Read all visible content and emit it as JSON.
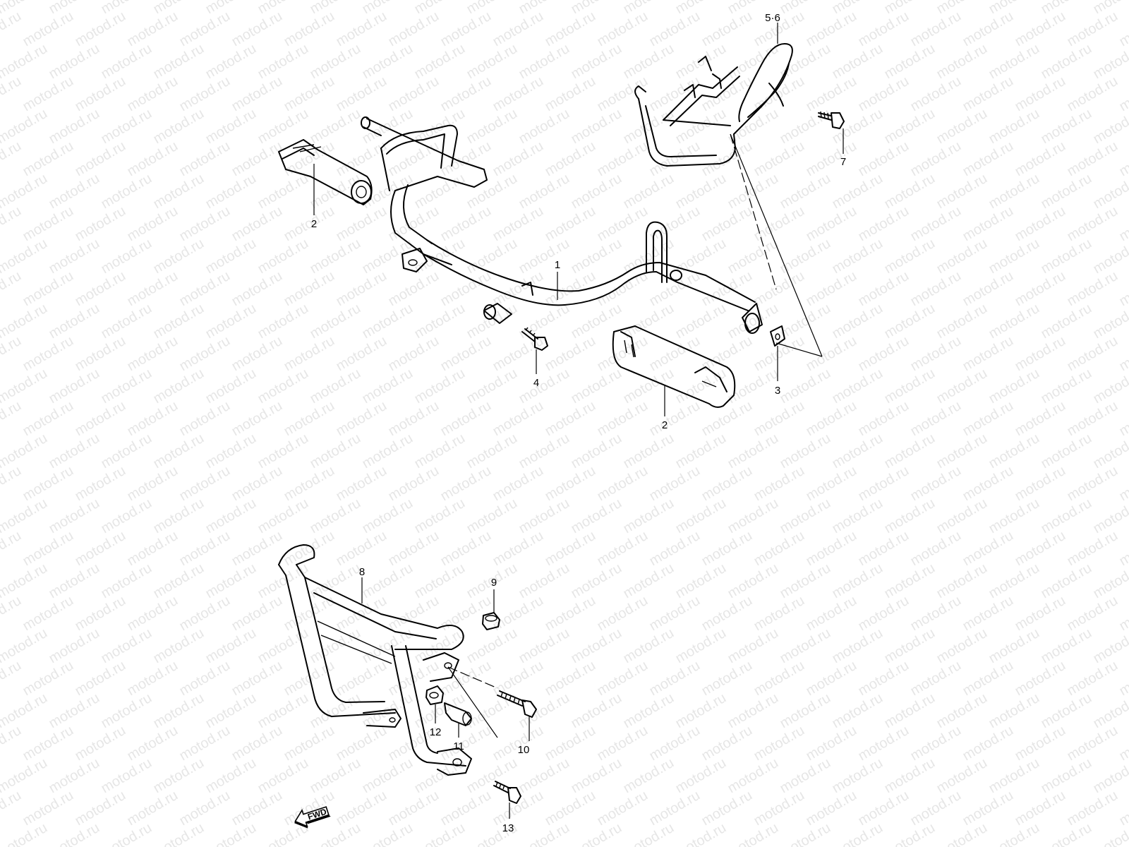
{
  "watermark": {
    "text": "motod.ru",
    "color": "#e6e6e6"
  },
  "direction_marker": {
    "label": "FWD"
  },
  "callouts": [
    {
      "id": "callout-1",
      "label": "1"
    },
    {
      "id": "callout-2a",
      "label": "2"
    },
    {
      "id": "callout-2b",
      "label": "2"
    },
    {
      "id": "callout-3",
      "label": "3"
    },
    {
      "id": "callout-4",
      "label": "4"
    },
    {
      "id": "callout-5-6",
      "label": "5·6"
    },
    {
      "id": "callout-7",
      "label": "7"
    },
    {
      "id": "callout-8",
      "label": "8"
    },
    {
      "id": "callout-9",
      "label": "9"
    },
    {
      "id": "callout-10",
      "label": "10"
    },
    {
      "id": "callout-11",
      "label": "11"
    },
    {
      "id": "callout-12",
      "label": "12"
    },
    {
      "id": "callout-13",
      "label": "13"
    }
  ],
  "colors": {
    "line": "#000000",
    "background": "#ffffff"
  }
}
